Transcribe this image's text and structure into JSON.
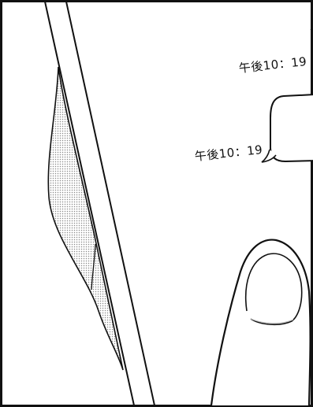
{
  "messages": [
    {
      "time": "午後10：19"
    },
    {
      "time": "午後10：19"
    }
  ],
  "colors": {
    "ink": "#111111",
    "paper": "#ffffff",
    "screentone": "#9a9a9a"
  },
  "icons": {
    "phone": "smartphone-drawing",
    "bubble": "chat-bubble",
    "thumb": "thumb-drawing"
  }
}
